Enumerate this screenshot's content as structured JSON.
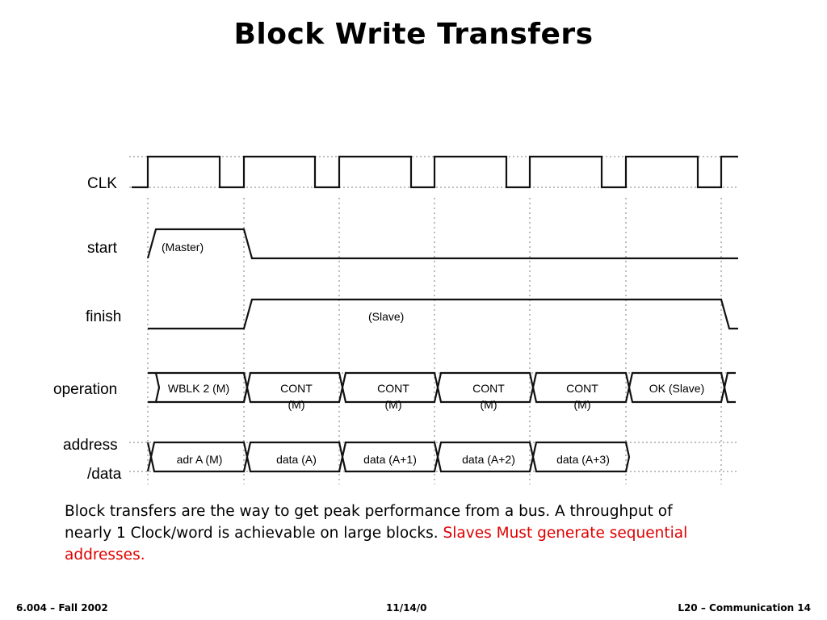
{
  "title": "Block Write Transfers",
  "signals": {
    "clk": "CLK",
    "start": "start",
    "finish": "finish",
    "operation": "operation",
    "address_line1": "address",
    "address_line2": "/data"
  },
  "annotations": {
    "master": "(Master)",
    "slave": "(Slave)"
  },
  "operation_cells": [
    [
      "WBLK 2 (M)"
    ],
    [
      "CONT",
      "(M)"
    ],
    [
      "CONT",
      "(M)"
    ],
    [
      "CONT",
      "(M)"
    ],
    [
      "CONT",
      "(M)"
    ],
    [
      "OK (Slave)"
    ]
  ],
  "address_cells": [
    "adr A (M)",
    "data (A)",
    "data (A+1)",
    "data (A+2)",
    "data (A+3)"
  ],
  "description": {
    "text": "Block transfers are the way to get peak performance from a bus. A throughput of nearly 1 Clock/word is achievable on large blocks. ",
    "highlight": "Slaves Must generate sequential addresses.",
    "highlight_color": "#e00000"
  },
  "footer": {
    "left": "6.004 – Fall 2002",
    "center": "11/14/0",
    "right": "L20 – Communication 14"
  }
}
